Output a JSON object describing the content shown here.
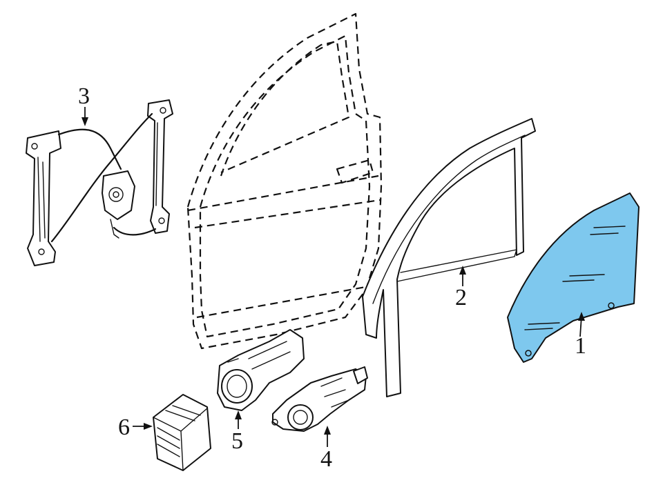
{
  "colors": {
    "glass_fill": "#7ec8ee",
    "line": "#111111",
    "background": "#ffffff"
  },
  "callouts": [
    {
      "id": "1",
      "label": "1"
    },
    {
      "id": "2",
      "label": "2"
    },
    {
      "id": "3",
      "label": "3"
    },
    {
      "id": "4",
      "label": "4"
    },
    {
      "id": "5",
      "label": "5"
    },
    {
      "id": "6",
      "label": "6"
    }
  ]
}
